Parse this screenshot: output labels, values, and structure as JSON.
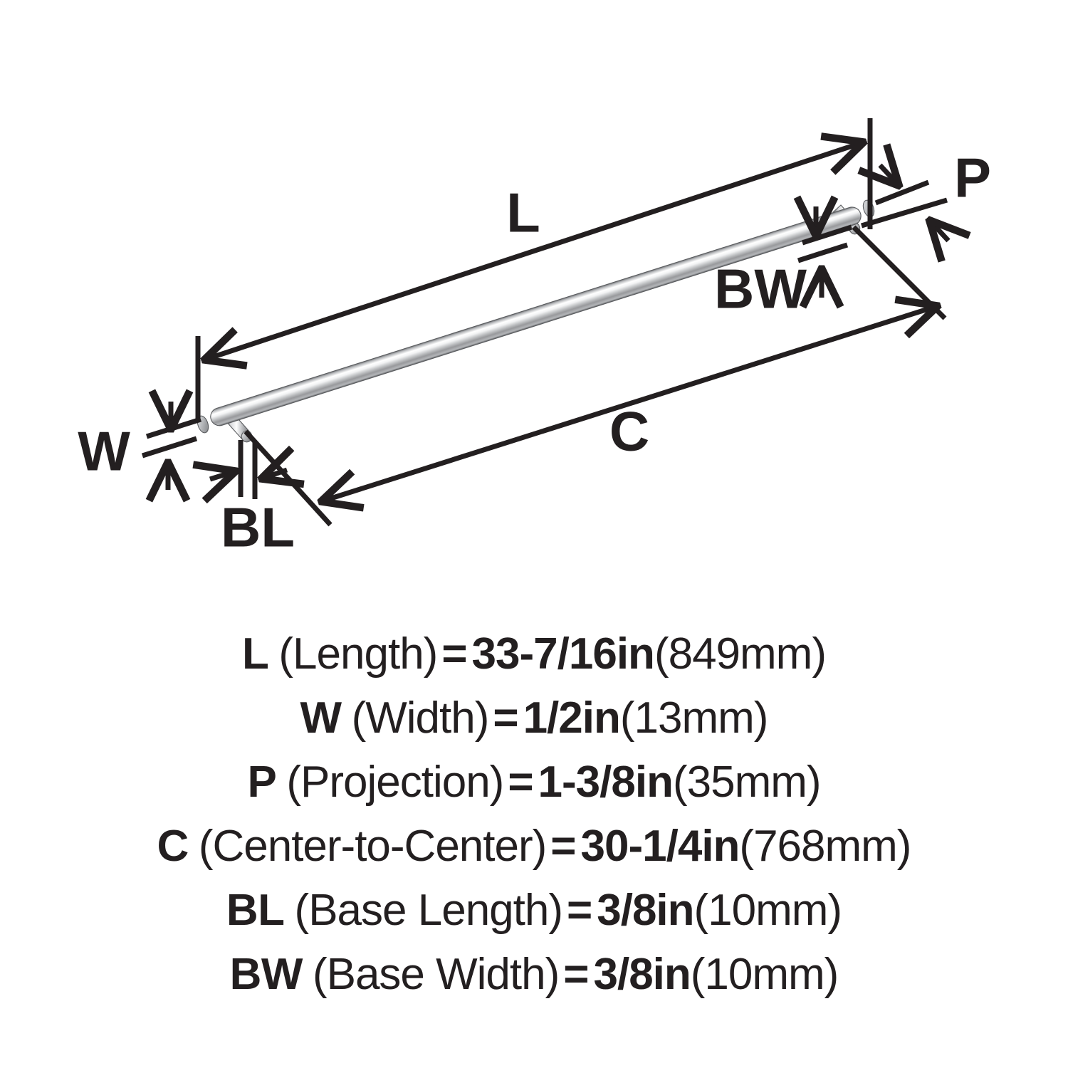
{
  "product": {
    "type": "bar-pull-dimension-diagram",
    "background_color": "#ffffff",
    "line_color": "#231f20",
    "metal_colors": {
      "highlight": "#ffffff",
      "light": "#e8e9ea",
      "mid": "#a9abae",
      "dark": "#6f7174",
      "edge": "#4a4c4f"
    }
  },
  "diagram": {
    "labels": {
      "length": "L",
      "width": "W",
      "projection": "P",
      "center_to_center": "C",
      "base_length": "BL",
      "base_width": "BW"
    }
  },
  "specs": [
    {
      "symbol": "L",
      "name": "(Length)",
      "equals": "=",
      "value": "33-7/16in",
      "metric": "(849mm)"
    },
    {
      "symbol": "W",
      "name": "(Width)",
      "equals": "=",
      "value": "1/2in",
      "metric": "(13mm)"
    },
    {
      "symbol": "P",
      "name": "(Projection)",
      "equals": "=",
      "value": "1-3/8in",
      "metric": "(35mm)"
    },
    {
      "symbol": "C",
      "name": "(Center-to-Center)",
      "equals": "=",
      "value": "30-1/4in",
      "metric": "(768mm)"
    },
    {
      "symbol": "BL",
      "name": "(Base Length)",
      "equals": "=",
      "value": "3/8in",
      "metric": "(10mm)"
    },
    {
      "symbol": "BW",
      "name": "(Base Width)",
      "equals": "=",
      "value": "3/8in",
      "metric": "(10mm)"
    }
  ]
}
